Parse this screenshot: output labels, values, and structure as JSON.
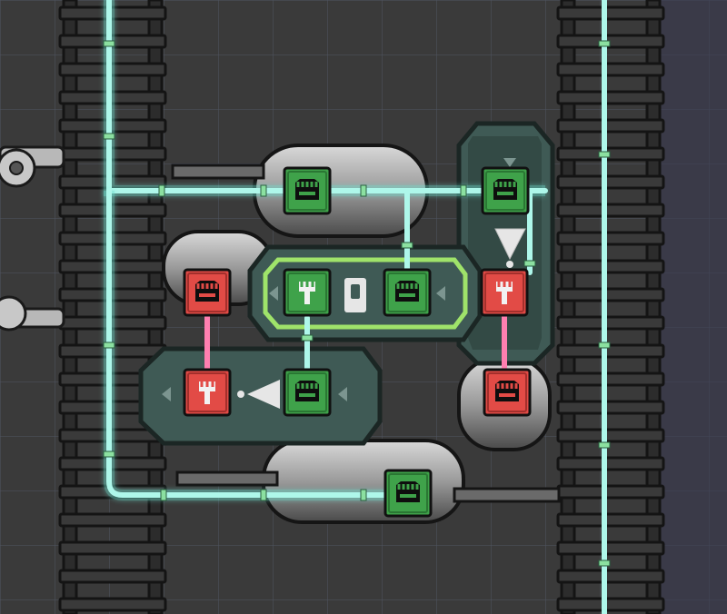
{
  "scene": {
    "background": "#3a3a3a",
    "grid_color": "#505562",
    "grid_accent": "#6a5aa0"
  },
  "colors": {
    "wire": "#aef7ea",
    "wire_glow": "#6fe0cf",
    "wire_red": "#ff7fb0",
    "port_green": "#3fa24a",
    "port_green_dark": "#1d5a24",
    "port_red": "#e24b46",
    "port_red_dark": "#7a1d1a",
    "panel": "#3f5a55",
    "panel_dark": "#2b3f3b",
    "panel_border": "#1b2624",
    "highlight": "#9fe36a",
    "ladder": "#2c2c2c",
    "ladder_edge": "#141414"
  },
  "icons": {
    "input_port": "network-jack-input-icon",
    "output_port": "network-jack-output-icon",
    "not_gate": "not-gate-icon",
    "buffer_gate": "buffer-gate-icon",
    "filter_gate": "filter-gate-icon",
    "gear": "gear-icon",
    "pipe": "gas-pipe-icon"
  },
  "ports": {
    "input_top_left": {
      "state": "green"
    },
    "input_top_right": {
      "state": "green"
    },
    "left_red_top": {
      "state": "red"
    },
    "center_gate_in": {
      "state": "green"
    },
    "center_gate_out": {
      "state": "green"
    },
    "right_red_top": {
      "state": "red"
    },
    "lower_gate_in": {
      "state": "red"
    },
    "lower_gate_out": {
      "state": "green"
    },
    "right_red_bottom": {
      "state": "red"
    },
    "bottom_output": {
      "state": "green"
    }
  }
}
